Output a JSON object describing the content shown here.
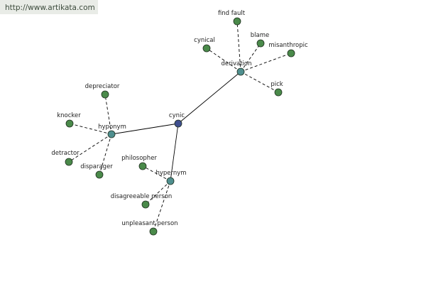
{
  "watermark": "http://www.artikata.com",
  "colors": {
    "root": "#3f4f8f",
    "relation": "#4f8f8f",
    "leaf": "#4a8a4a",
    "solid_edge": "#000000",
    "dashed_edge": "#000000"
  },
  "nodes": [
    {
      "id": "cynic",
      "label": "cynic",
      "kind": "root"
    },
    {
      "id": "derivation",
      "label": "derivation",
      "kind": "relation"
    },
    {
      "id": "hyponym",
      "label": "hyponym",
      "kind": "relation"
    },
    {
      "id": "hypernym",
      "label": "hypernym",
      "kind": "relation"
    },
    {
      "id": "find_fault",
      "label": "find fault",
      "kind": "leaf"
    },
    {
      "id": "blame",
      "label": "blame",
      "kind": "leaf"
    },
    {
      "id": "cynical",
      "label": "cynical",
      "kind": "leaf"
    },
    {
      "id": "misanthropic",
      "label": "misanthropic",
      "kind": "leaf"
    },
    {
      "id": "pick",
      "label": "pick",
      "kind": "leaf"
    },
    {
      "id": "depreciator",
      "label": "depreciator",
      "kind": "leaf"
    },
    {
      "id": "knocker",
      "label": "knocker",
      "kind": "leaf"
    },
    {
      "id": "detractor",
      "label": "detractor",
      "kind": "leaf"
    },
    {
      "id": "disparager",
      "label": "disparager",
      "kind": "leaf"
    },
    {
      "id": "philosopher",
      "label": "philosopher",
      "kind": "leaf"
    },
    {
      "id": "disagreeable_person",
      "label": "disagreeable person",
      "kind": "leaf"
    },
    {
      "id": "unpleasant_person",
      "label": "unpleasant person",
      "kind": "leaf"
    }
  ],
  "edges": [
    {
      "from": "cynic",
      "to": "derivation",
      "style": "solid"
    },
    {
      "from": "cynic",
      "to": "hyponym",
      "style": "solid"
    },
    {
      "from": "cynic",
      "to": "hypernym",
      "style": "solid"
    },
    {
      "from": "derivation",
      "to": "find_fault",
      "style": "dashed"
    },
    {
      "from": "derivation",
      "to": "blame",
      "style": "dashed"
    },
    {
      "from": "derivation",
      "to": "cynical",
      "style": "dashed"
    },
    {
      "from": "derivation",
      "to": "misanthropic",
      "style": "dashed"
    },
    {
      "from": "derivation",
      "to": "pick",
      "style": "dashed"
    },
    {
      "from": "hyponym",
      "to": "depreciator",
      "style": "dashed"
    },
    {
      "from": "hyponym",
      "to": "knocker",
      "style": "dashed"
    },
    {
      "from": "hyponym",
      "to": "detractor",
      "style": "dashed"
    },
    {
      "from": "hyponym",
      "to": "disparager",
      "style": "dashed"
    },
    {
      "from": "hypernym",
      "to": "philosopher",
      "style": "dashed"
    },
    {
      "from": "hypernym",
      "to": "disagreeable_person",
      "style": "dashed"
    },
    {
      "from": "hypernym",
      "to": "unpleasant_person",
      "style": "dashed"
    }
  ]
}
